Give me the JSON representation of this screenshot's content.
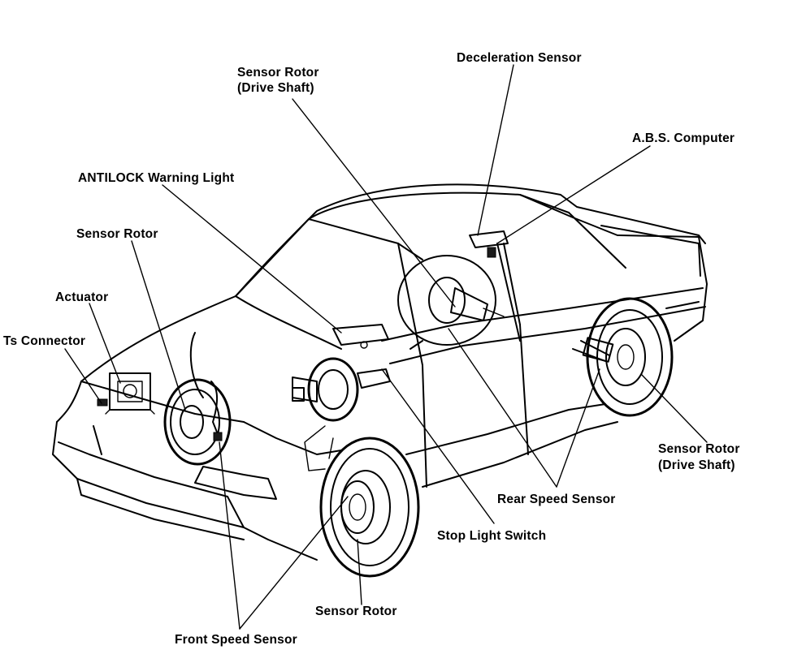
{
  "labels": {
    "deceleration_sensor": "Deceleration Sensor",
    "sensor_rotor_drive_shaft_top_1": "Sensor Rotor",
    "sensor_rotor_drive_shaft_top_2": "(Drive Shaft)",
    "abs_computer": "A.B.S. Computer",
    "antilock_warning_light": "ANTILOCK Warning Light",
    "sensor_rotor_front_left": "Sensor Rotor",
    "actuator": "Actuator",
    "ts_connector": "Ts Connector",
    "sensor_rotor_drive_shaft_rear_1": "Sensor Rotor",
    "sensor_rotor_drive_shaft_rear_2": "(Drive Shaft)",
    "rear_speed_sensor": "Rear Speed Sensor",
    "stop_light_switch": "Stop Light Switch",
    "sensor_rotor_front_right": "Sensor Rotor",
    "front_speed_sensor": "Front Speed Sensor"
  },
  "colors": {
    "ink": "#000000",
    "paper": "#ffffff"
  }
}
